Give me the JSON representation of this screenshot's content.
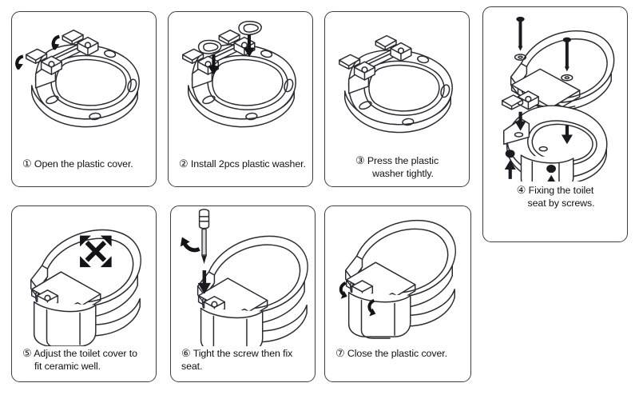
{
  "document": {
    "type": "toilet-seat-installation-instructions",
    "panel_count": 7,
    "background_color": "#ffffff",
    "line_color": "#2b2b33",
    "border_color": "#3c3c46"
  },
  "steps": [
    {
      "number": "①",
      "text": "Open the plastic cover.",
      "line2": "",
      "align": "left",
      "figure": "seat-ring-with-open-covers",
      "annotations": [
        "curved-arrow",
        "curved-arrow"
      ]
    },
    {
      "number": "②",
      "text": "Install 2pcs plastic washer.",
      "line2": "",
      "align": "left",
      "figure": "seat-ring-with-washers",
      "annotations": [
        "down-arrow",
        "down-arrow"
      ]
    },
    {
      "number": "③",
      "text": "Press the plastic",
      "line2": "washer tightly.",
      "align": "center",
      "figure": "seat-ring-washers-seated",
      "annotations": []
    },
    {
      "number": "④",
      "text": "Fixing the toilet",
      "line2": "seat by screws.",
      "align": "center",
      "figure": "seat-above-bowl-with-screws",
      "annotations": [
        "screw",
        "screw",
        "washer",
        "washer",
        "down-arrow",
        "down-arrow",
        "nut",
        "nut",
        "up-arrow",
        "up-arrow"
      ]
    },
    {
      "number": "⑤",
      "text": "Adjust the toilet cover to",
      "line2": "fit ceramic well.",
      "align": "left",
      "figure": "toilet-with-seat-adjust",
      "annotations": [
        "four-way-adjust-arrow"
      ]
    },
    {
      "number": "⑥",
      "text": "Tight the screw then fix seat.",
      "line2": "",
      "align": "left",
      "figure": "toilet-with-screwdriver",
      "annotations": [
        "screwdriver",
        "rotate-arrow",
        "down-arrow"
      ]
    },
    {
      "number": "⑦",
      "text": "Close the plastic cover.",
      "line2": "",
      "align": "left",
      "figure": "toilet-with-closed-covers",
      "annotations": [
        "curved-arrow",
        "curved-arrow"
      ]
    }
  ]
}
